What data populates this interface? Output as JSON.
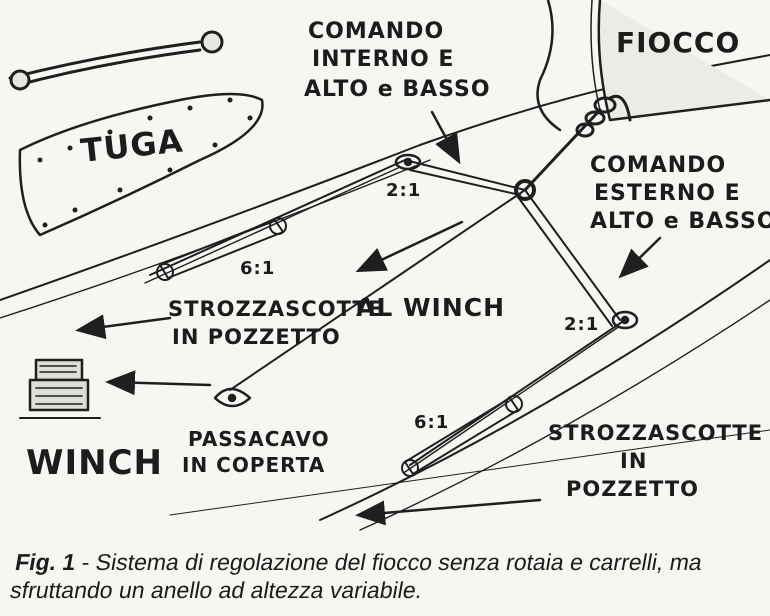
{
  "labels": {
    "fiocco": "FIOCCO",
    "tuga": "TUGA",
    "comando_interno": [
      "COMANDO",
      "INTERNO E",
      "ALTO e BASSO"
    ],
    "comando_esterno": [
      "COMANDO",
      "ESTERNO E",
      "ALTO e BASSO"
    ],
    "ratio_block_left": "2:1",
    "ratio_block_right": "2:1",
    "ratio_tackle_upper": "6:1",
    "ratio_tackle_lower": "6:1",
    "al_winch": "AL WINCH",
    "strozzascotte_left": [
      "STROZZASCOTTE",
      "IN POZZETTO"
    ],
    "strozzascotte_right": [
      "STROZZASCOTTE",
      "IN",
      "POZZETTO"
    ],
    "passacavo": [
      "PASSACAVO",
      "IN COPERTA"
    ],
    "winch": "WINCH"
  },
  "caption": {
    "fig_label": "Fig. 1",
    "separator": " - ",
    "text": "Sistema di regolazione del fiocco senza rotaia e carrelli, ma sfruttando un anello  ad altezza variabile."
  }
}
